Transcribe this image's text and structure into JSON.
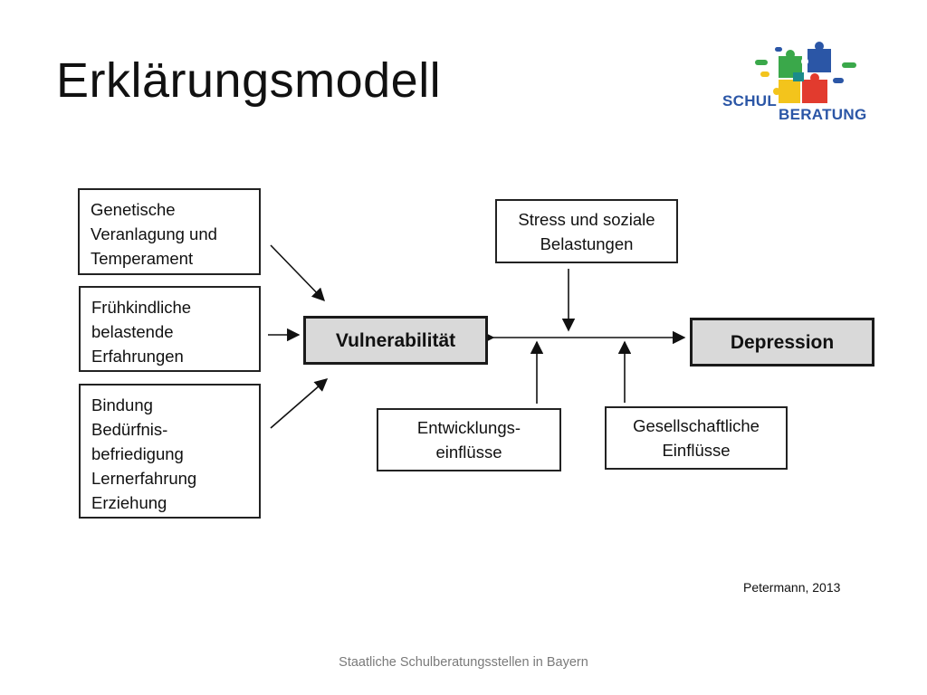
{
  "slide": {
    "title": "Erklärungsmodell",
    "citation": "Petermann, 2013",
    "footer": "Staatliche Schulberatungsstellen in Bayern"
  },
  "logo": {
    "word_top": "SCHUL",
    "word_bottom": "BERATUNG",
    "colors": {
      "text": "#2b56a6",
      "green": "#3aa84a",
      "blue": "#2b56a6",
      "yellow": "#f3c41c",
      "red": "#e23b2e",
      "teal": "#1b8b8b"
    }
  },
  "diagram": {
    "factors_left": [
      {
        "lines": [
          "Genetische",
          "Veranlagung und",
          "Temperament"
        ]
      },
      {
        "lines": [
          "Frühkindliche",
          "belastende",
          "Erfahrungen"
        ]
      },
      {
        "lines": [
          "Bindung",
          "Bedürfnis-",
          "befriedigung",
          "Lernerfahrung",
          "Erziehung"
        ]
      }
    ],
    "vulnerability": "Vulnerabilität",
    "depression": "Depression",
    "stress": {
      "lines": [
        "Stress und soziale",
        "Belastungen"
      ]
    },
    "development": {
      "lines": [
        "Entwicklungs-",
        "einflüsse"
      ]
    },
    "societal": {
      "lines": [
        "Gesellschaftliche",
        "Einflüsse"
      ]
    },
    "colors": {
      "border": "#222222",
      "key_box_fill": "#d9d9d9",
      "arrow": "#111111"
    }
  }
}
